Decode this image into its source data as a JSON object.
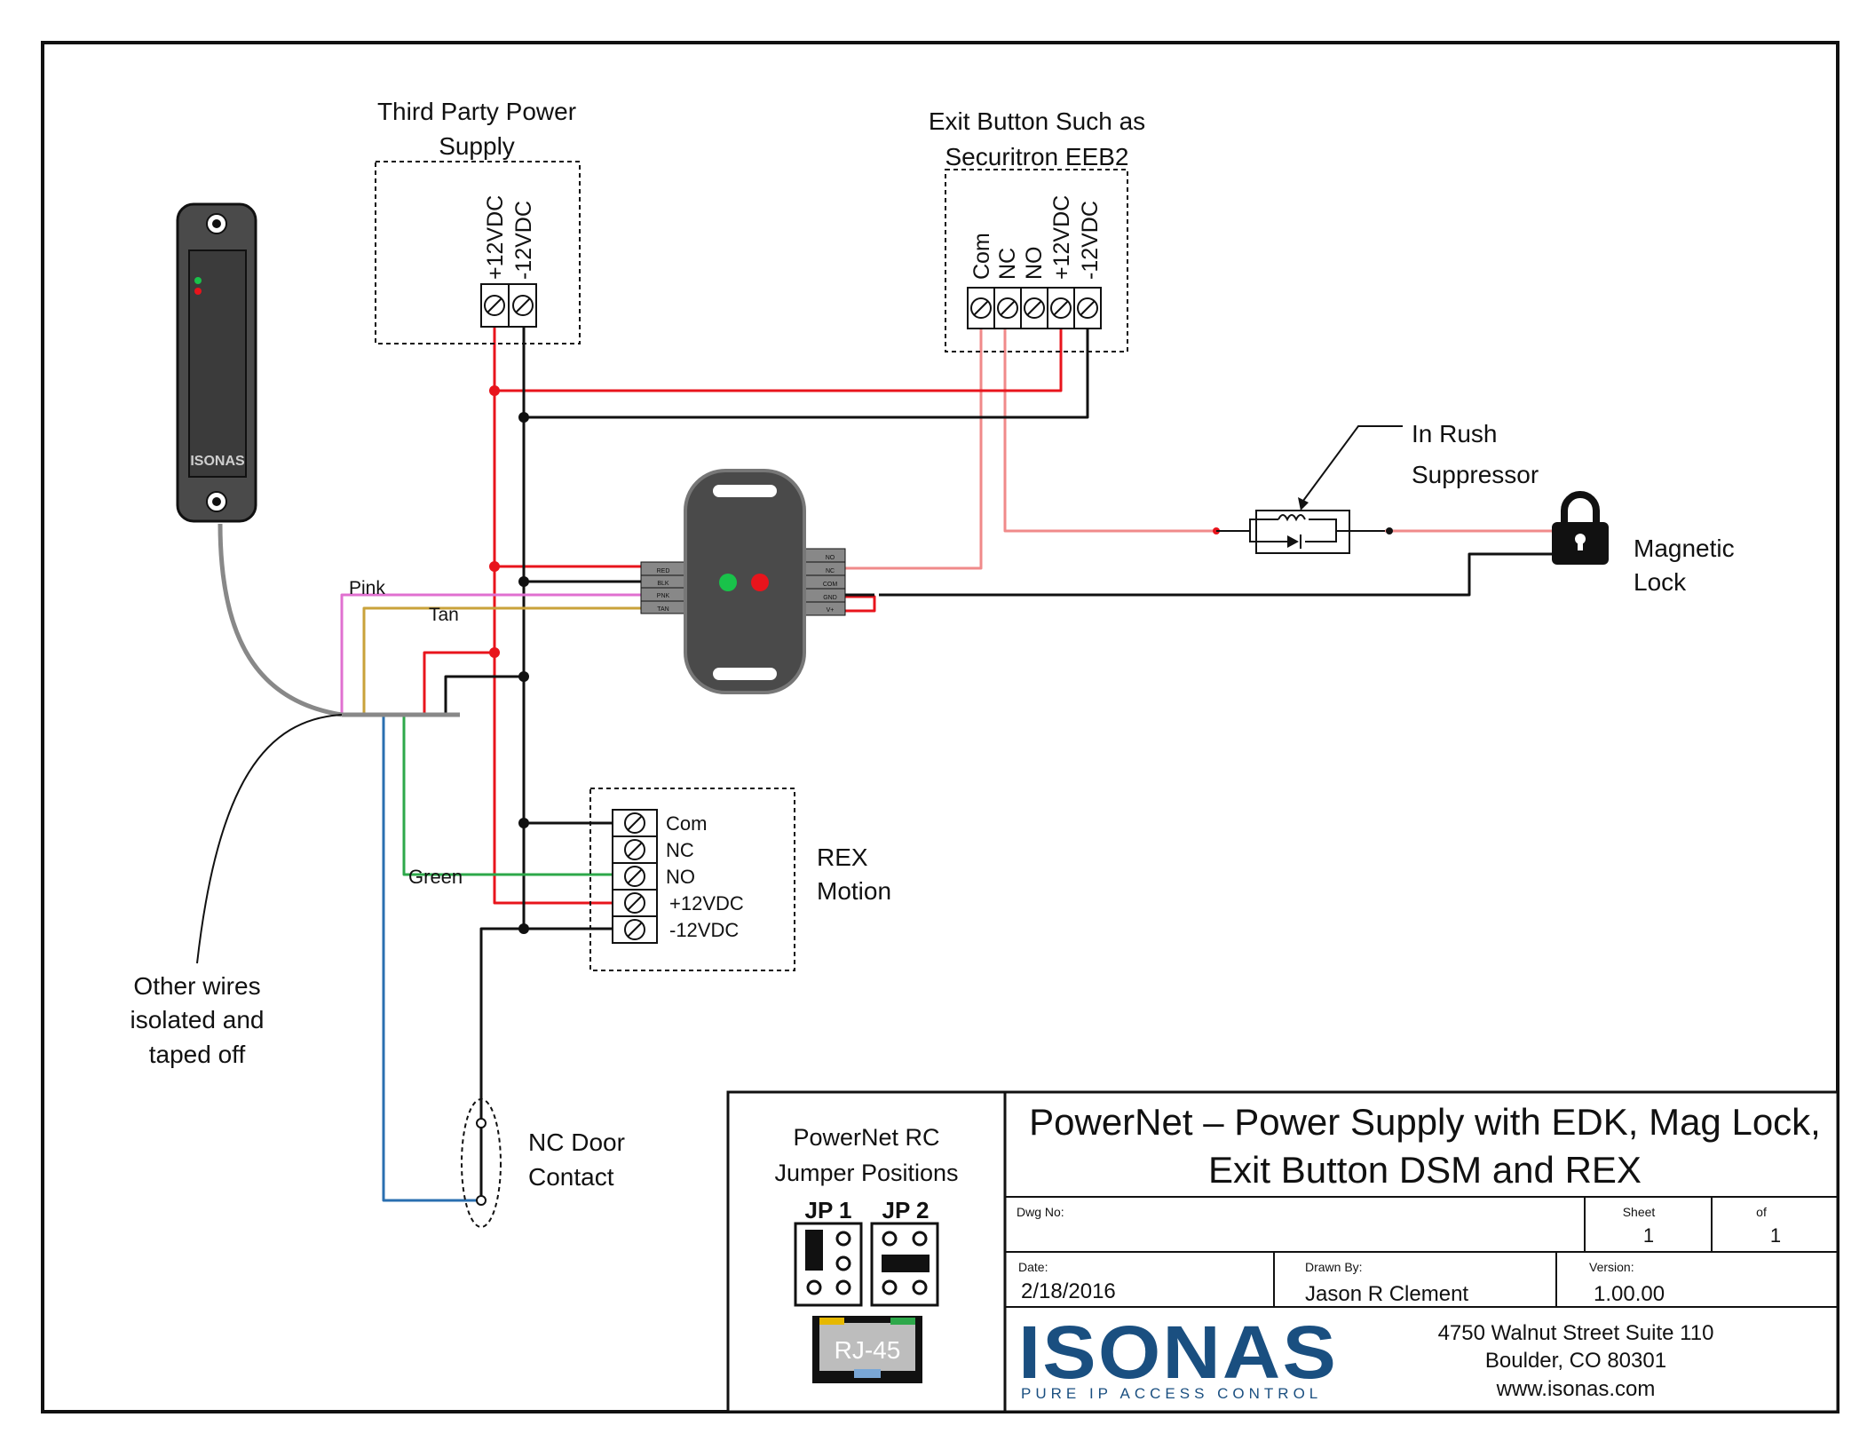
{
  "colors": {
    "red_wire": "#e8141c",
    "pink_wire": "#e070d0",
    "tan_wire": "#c9a23a",
    "green_wire": "#2da84a",
    "blue_wire": "#2a6fb0",
    "light_red_wire": "#f08a8a",
    "black_wire": "#111111",
    "isonas_blue": "#1a4f80",
    "led_green": "#19c24a",
    "led_red": "#e8141c"
  },
  "labels": {
    "power_supply": [
      "Third Party Power",
      "Supply"
    ],
    "exit_button": [
      "Exit Button Such as",
      "Securitron EEB2"
    ],
    "in_rush": [
      "In Rush",
      "Suppressor"
    ],
    "mag_lock": [
      "Magnetic",
      "Lock"
    ],
    "rex": [
      "REX",
      "Motion"
    ],
    "other_wires": [
      "Other wires",
      "isolated and",
      "taped off"
    ],
    "door_contact": [
      "NC Door",
      "Contact"
    ],
    "pink": "Pink",
    "tan": "Tan",
    "green": "Green",
    "reader_brand": "ISONAS"
  },
  "power_supply_terminals": [
    "+12VDC",
    "-12VDC"
  ],
  "exit_button_terminals": [
    "Com",
    "NC",
    "NO",
    "+12VDC",
    "-12VDC"
  ],
  "rex_terminals": [
    "Com",
    "NC",
    "NO",
    "+12VDC",
    "-12VDC"
  ],
  "module_left_pins": [
    "RED",
    "BLK",
    "PNK",
    "TAN"
  ],
  "module_right_pins": [
    "NO",
    "NC",
    "COM",
    "GND",
    "V+"
  ],
  "title_block": {
    "jumper_title": [
      "PowerNet RC",
      "Jumper Positions"
    ],
    "jp1": "JP 1",
    "jp2": "JP 2",
    "rj45": "RJ-45",
    "title": [
      "PowerNet – Power Supply with EDK, Mag Lock,",
      "Exit Button DSM and REX"
    ],
    "dwg_no_label": "Dwg No:",
    "dwg_no": "",
    "sheet_label": "Sheet",
    "sheet": "1",
    "of_label": "of",
    "of": "1",
    "date_label": "Date:",
    "date": "2/18/2016",
    "drawn_by_label": "Drawn By:",
    "drawn_by": "Jason R Clement",
    "version_label": "Version:",
    "version": "1.00.00",
    "logo_text": "ISONAS",
    "logo_tagline": "PURE IP ACCESS CONTROL",
    "address": [
      "4750 Walnut Street Suite 110",
      "Boulder, CO 80301",
      "www.isonas.com"
    ]
  }
}
